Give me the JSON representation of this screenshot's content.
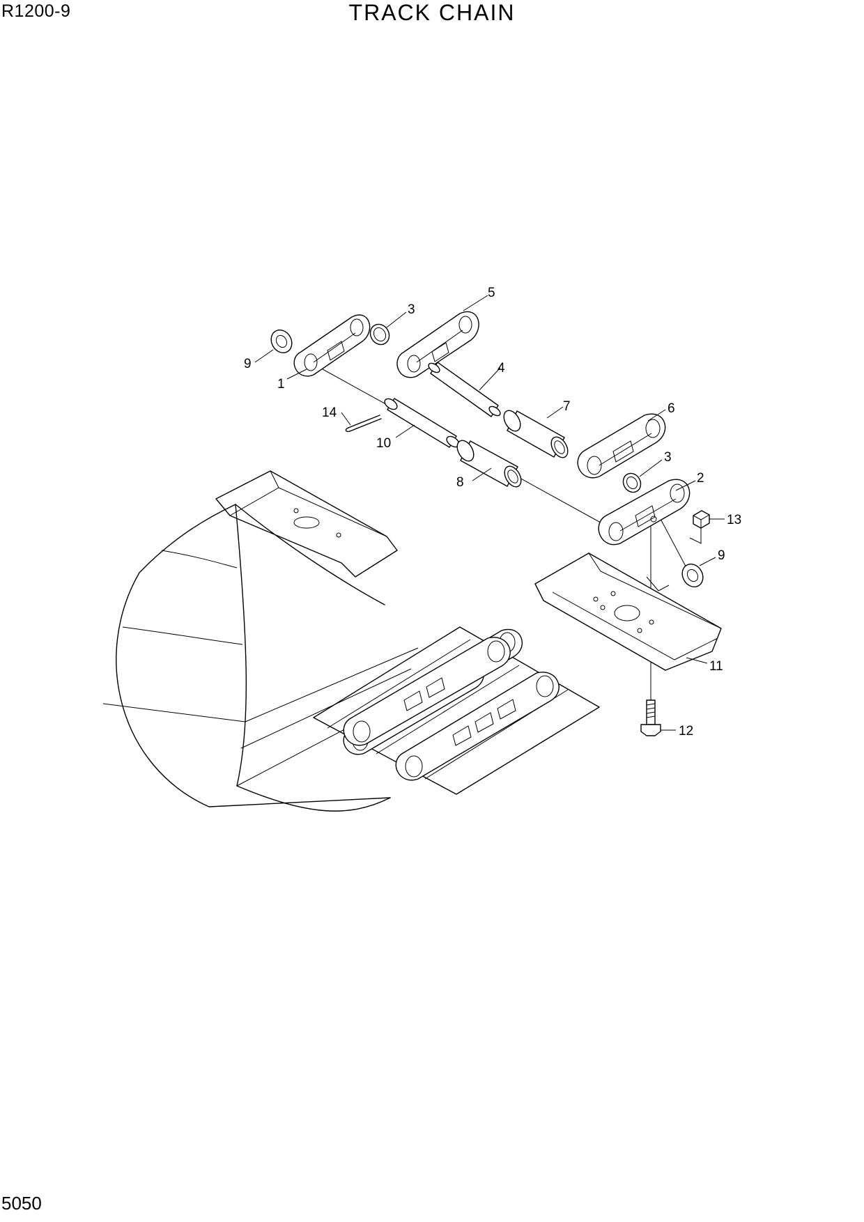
{
  "header": {
    "model": "R1200-9",
    "title": "TRACK CHAIN"
  },
  "footer": {
    "page_number": "5050"
  },
  "diagram": {
    "callouts": [
      "9",
      "1",
      "3",
      "5",
      "4",
      "14",
      "10",
      "7",
      "8",
      "6",
      "3",
      "2",
      "13",
      "9",
      "11",
      "12"
    ]
  }
}
